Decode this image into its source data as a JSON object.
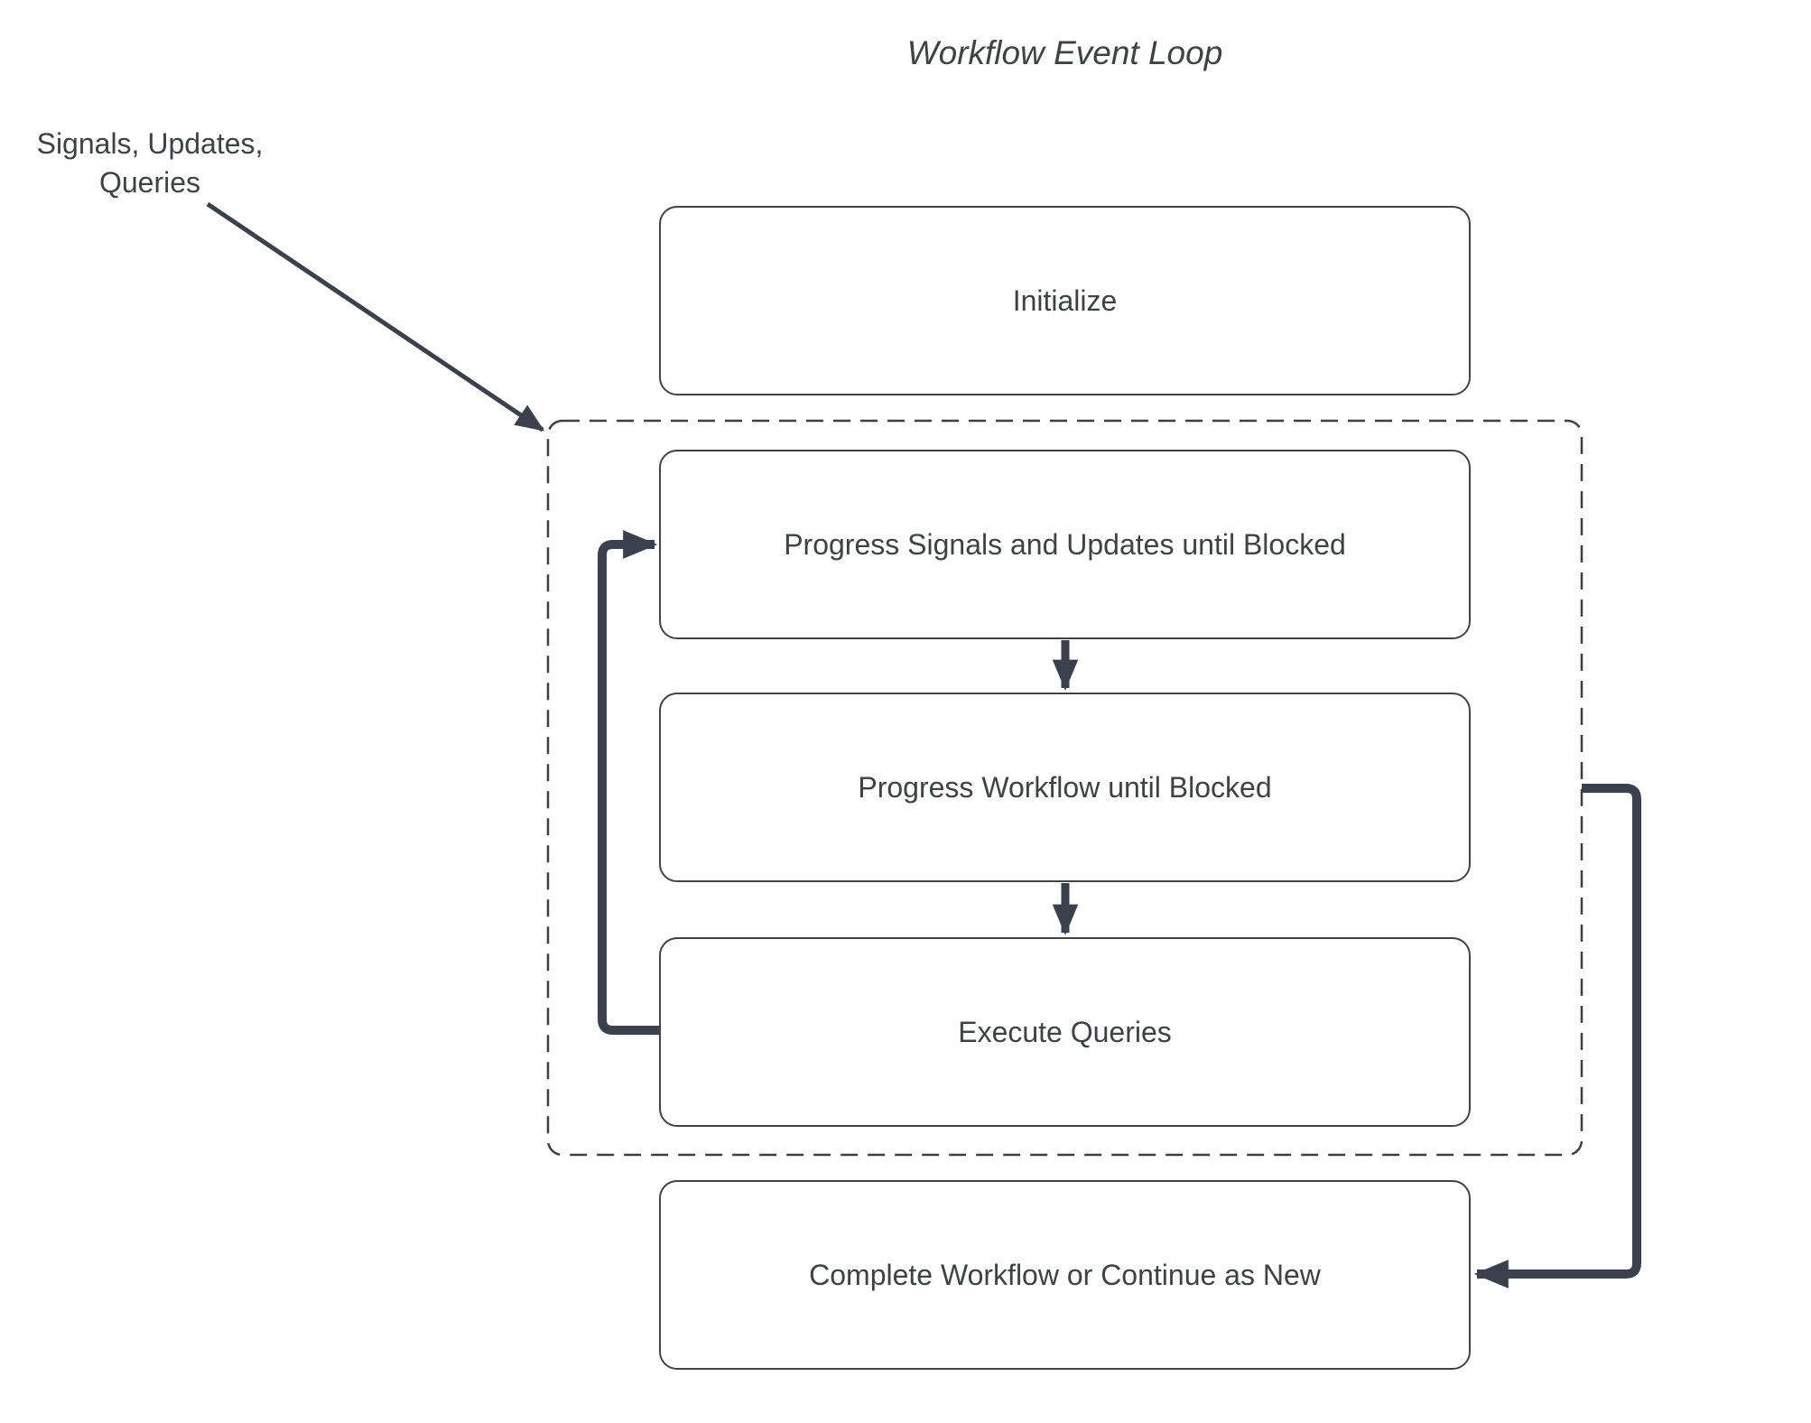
{
  "title": "Workflow Event Loop",
  "external_label": {
    "line1": "Signals, Updates,",
    "line2": "Queries"
  },
  "boxes": [
    {
      "id": "initialize",
      "label": "Initialize"
    },
    {
      "id": "progress-signals",
      "label": "Progress Signals and Updates until Blocked"
    },
    {
      "id": "progress-workflow",
      "label": "Progress Workflow until Blocked"
    },
    {
      "id": "execute-queries",
      "label": "Execute Queries"
    },
    {
      "id": "complete-workflow",
      "label": "Complete Workflow or Continue as New"
    }
  ],
  "group": {
    "style": "dashed",
    "contains": [
      "Progress Signals and Updates until Blocked",
      "Progress Workflow until Blocked",
      "Execute Queries"
    ]
  },
  "connectors": [
    {
      "name": "signals-input-arrow",
      "from": "Signals, Updates, Queries",
      "to": "event-loop-group"
    },
    {
      "name": "down-arrow-1",
      "from": "Progress Signals and Updates until Blocked",
      "to": "Progress Workflow until Blocked"
    },
    {
      "name": "down-arrow-2",
      "from": "Progress Workflow until Blocked",
      "to": "Execute Queries"
    },
    {
      "name": "loop-back-arrow",
      "from": "Execute Queries",
      "to": "Progress Signals and Updates until Blocked"
    },
    {
      "name": "exit-loop-arrow",
      "from": "event-loop-group",
      "to": "Complete Workflow or Continue as New"
    }
  ],
  "colors": {
    "connector": "#3A404C",
    "box_border": "#434343",
    "dashed_border": "#3F3F3F",
    "text": "#3F4245",
    "background": "#FFFFFF"
  }
}
